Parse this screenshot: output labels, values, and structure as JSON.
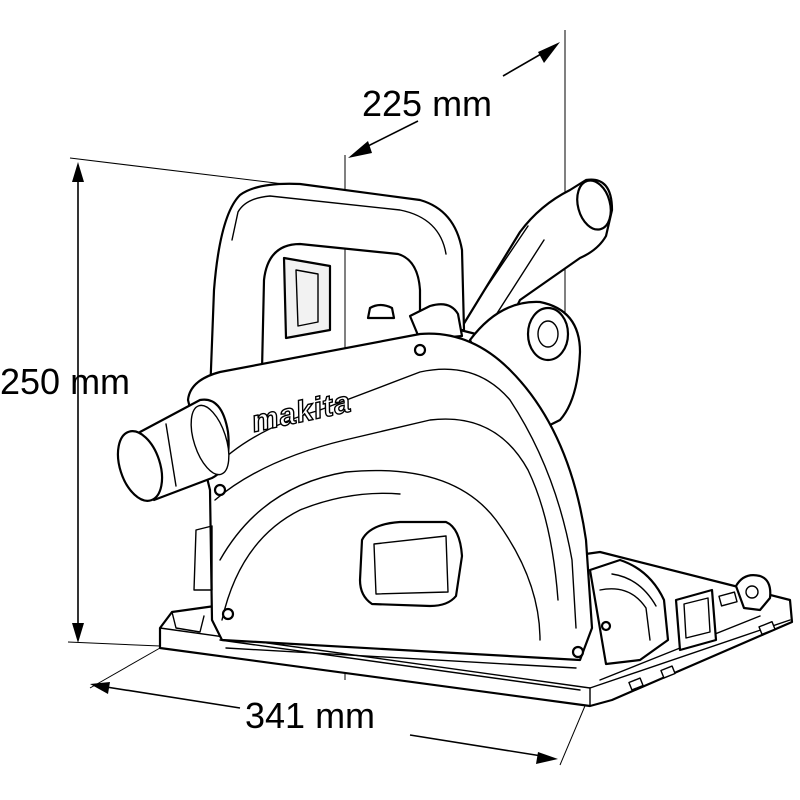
{
  "diagram": {
    "brand_logo": "makita",
    "dimensions": {
      "depth": "225 mm",
      "height": "250 mm",
      "length": "341 mm"
    }
  }
}
